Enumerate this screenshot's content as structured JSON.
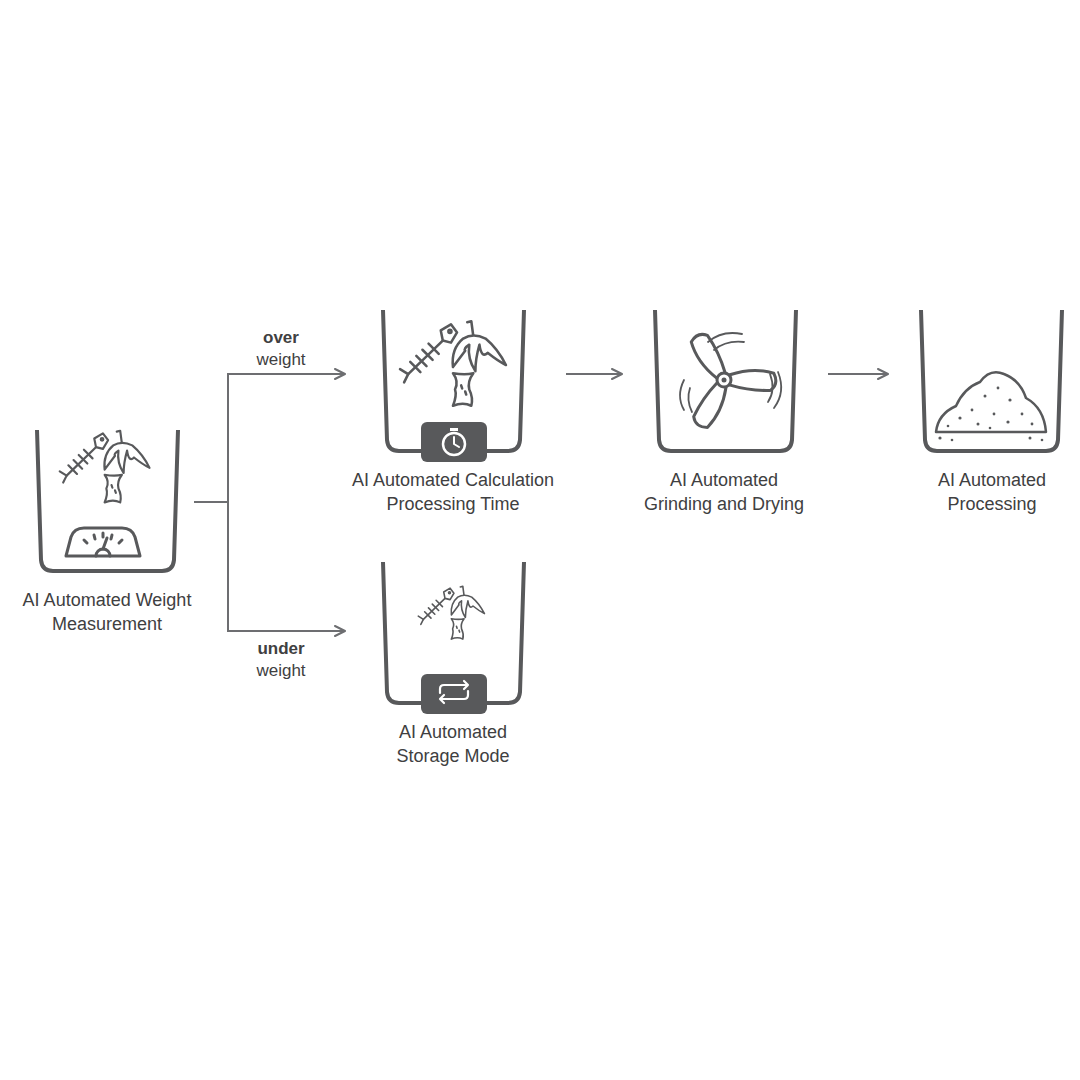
{
  "diagram": {
    "nodes": [
      {
        "text": [
          "AI Automated Weight Measurement"
        ]
      },
      {
        "text": [
          "AI Automated Calculation Processing Time"
        ]
      },
      {
        "text": [
          "AI Automated Grinding and Drying"
        ]
      },
      {
        "text": [
          "AI Automated Processing"
        ]
      },
      {
        "text": [
          "AI Automated Storage Mode"
        ]
      }
    ],
    "edges": [
      {
        "from": 0,
        "to": 1,
        "label": "over weight",
        "arrow": "to"
      },
      {
        "from": 0,
        "to": 4,
        "label": "under weight",
        "arrow": "to"
      },
      {
        "from": 1,
        "to": 2,
        "arrow": "to"
      },
      {
        "from": 2,
        "to": 3,
        "arrow": "to"
      }
    ]
  }
}
